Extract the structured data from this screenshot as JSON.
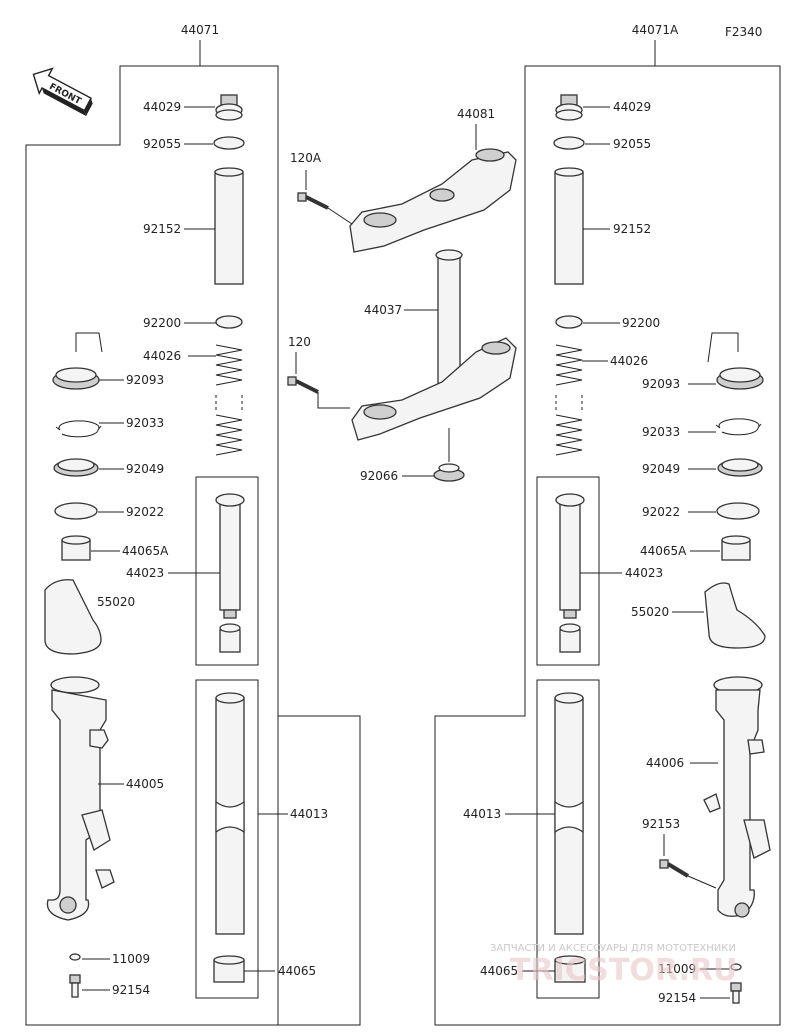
{
  "diagram_code": "F2340",
  "front_badge": "FRONT",
  "assemblies": {
    "left": "44071",
    "right": "44071A"
  },
  "labels": {
    "l_44029": "44029",
    "l_92055": "92055",
    "l_92152": "92152",
    "l_92200": "92200",
    "l_44026": "44026",
    "l_92093": "92093",
    "l_92033": "92033",
    "l_92049": "92049",
    "l_92022": "92022",
    "l_44065A": "44065A",
    "l_44023": "44023",
    "l_55020": "55020",
    "l_44005": "44005",
    "l_44013": "44013",
    "l_11009": "11009",
    "l_44065": "44065",
    "l_92154": "92154",
    "c_44081": "44081",
    "c_120A": "120A",
    "c_44037": "44037",
    "c_120": "120",
    "c_92066": "92066",
    "r_44029": "44029",
    "r_92055": "92055",
    "r_92152": "92152",
    "r_92200": "92200",
    "r_44026": "44026",
    "r_92093": "92093",
    "r_92033": "92033",
    "r_92049": "92049",
    "r_92022": "92022",
    "r_44065A": "44065A",
    "r_44023": "44023",
    "r_55020": "55020",
    "r_44006": "44006",
    "r_92153": "92153",
    "r_44013": "44013",
    "r_44065": "44065",
    "r_11009": "11009",
    "r_92154": "92154"
  },
  "watermark": {
    "caption": "ЗАПЧАСТИ И АКСЕССУАРЫ ДЛЯ МОТОТЕХНИКИ",
    "logo": "TRICSTOR.RU"
  }
}
